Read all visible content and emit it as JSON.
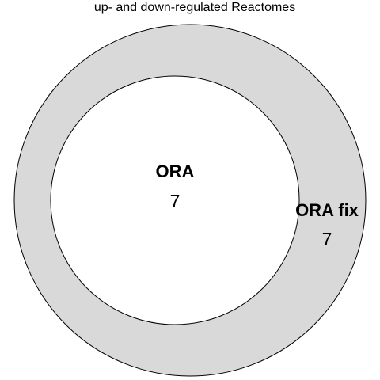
{
  "title": "up- and down-regulated Reactomes",
  "sets": [
    {
      "name": "ORA fix",
      "exclusive_count": "7",
      "fill": "#d9d9d9",
      "stroke": "#000000"
    },
    {
      "name": "ORA",
      "exclusive_count": "7",
      "fill": "#ffffff",
      "stroke": "#000000"
    }
  ]
}
